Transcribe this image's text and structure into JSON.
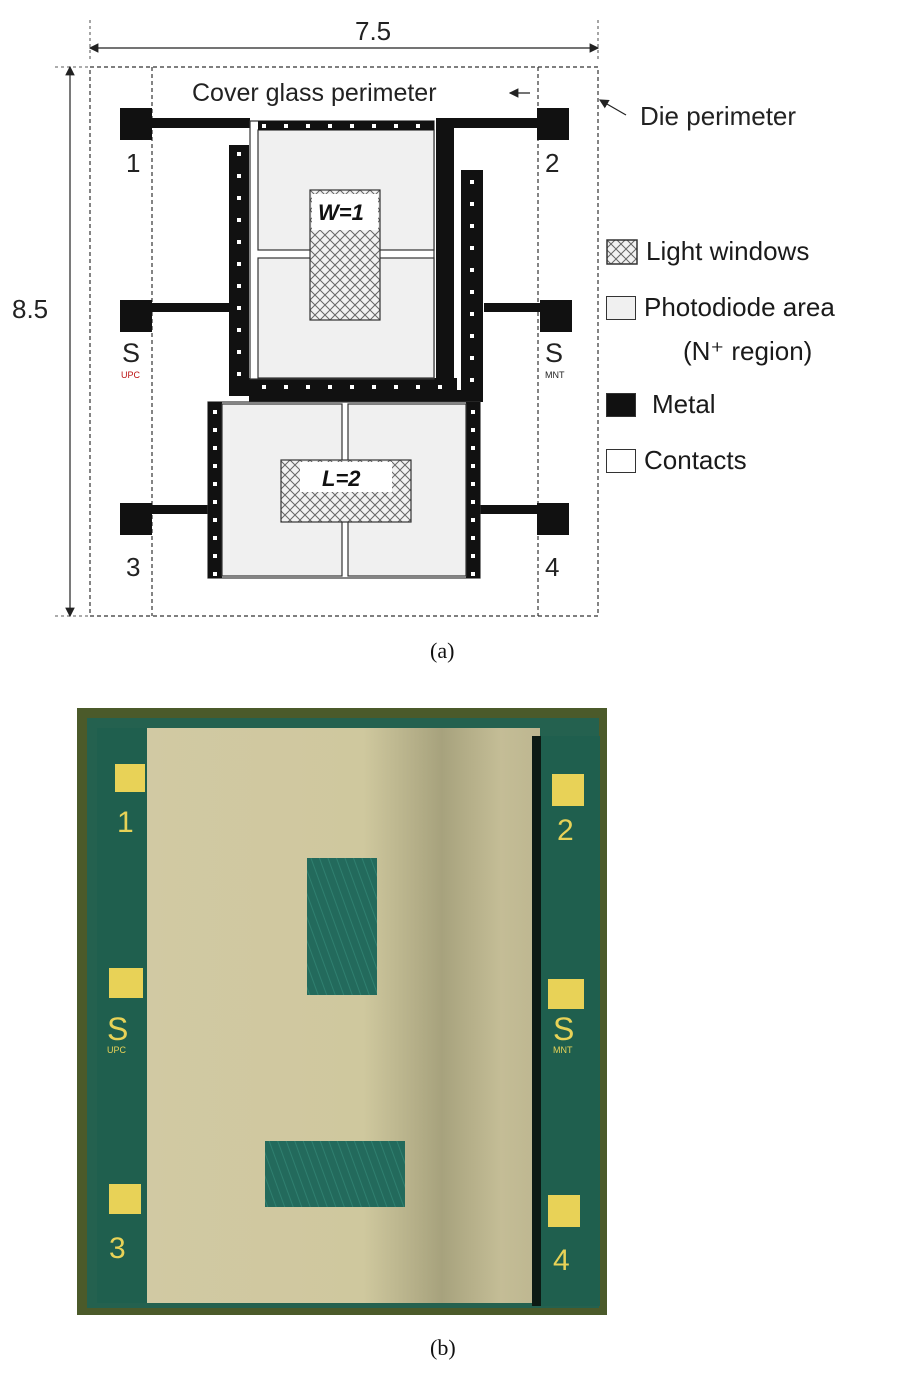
{
  "figure_a": {
    "dim_width": "7.5",
    "dim_height": "8.5",
    "cover_glass_label": "Cover glass perimeter",
    "die_perimeter_label": "Die perimeter",
    "pads": {
      "p1": "1",
      "p2": "2",
      "p3": "3",
      "p4": "4",
      "s_left": "S",
      "s_left_sub": "UPC",
      "s_right": "S",
      "s_right_sub": "MNT"
    },
    "window_labels": {
      "top": "W=1",
      "bottom": "L=2"
    },
    "legend": {
      "light_windows": "Light windows",
      "photodiode_area": "Photodiode area",
      "photodiode_sub": "(N⁺ region)",
      "metal": "Metal",
      "contacts": "Contacts"
    },
    "caption": "(a)"
  },
  "figure_b": {
    "pads": {
      "p1": "1",
      "p2": "2",
      "p3": "3",
      "p4": "4",
      "s_left": "S",
      "s_left_sub": "UPC",
      "s_right": "S",
      "s_right_sub": "MNT"
    },
    "caption": "(b)"
  },
  "colors": {
    "metal": "#111111",
    "photodiode": "#f0f0f0",
    "chip_green": "#1f5f4e",
    "chip_bg": "#c9c19a",
    "pad_yellow": "#e8d257",
    "frame_olive": "#4b5a2a"
  }
}
